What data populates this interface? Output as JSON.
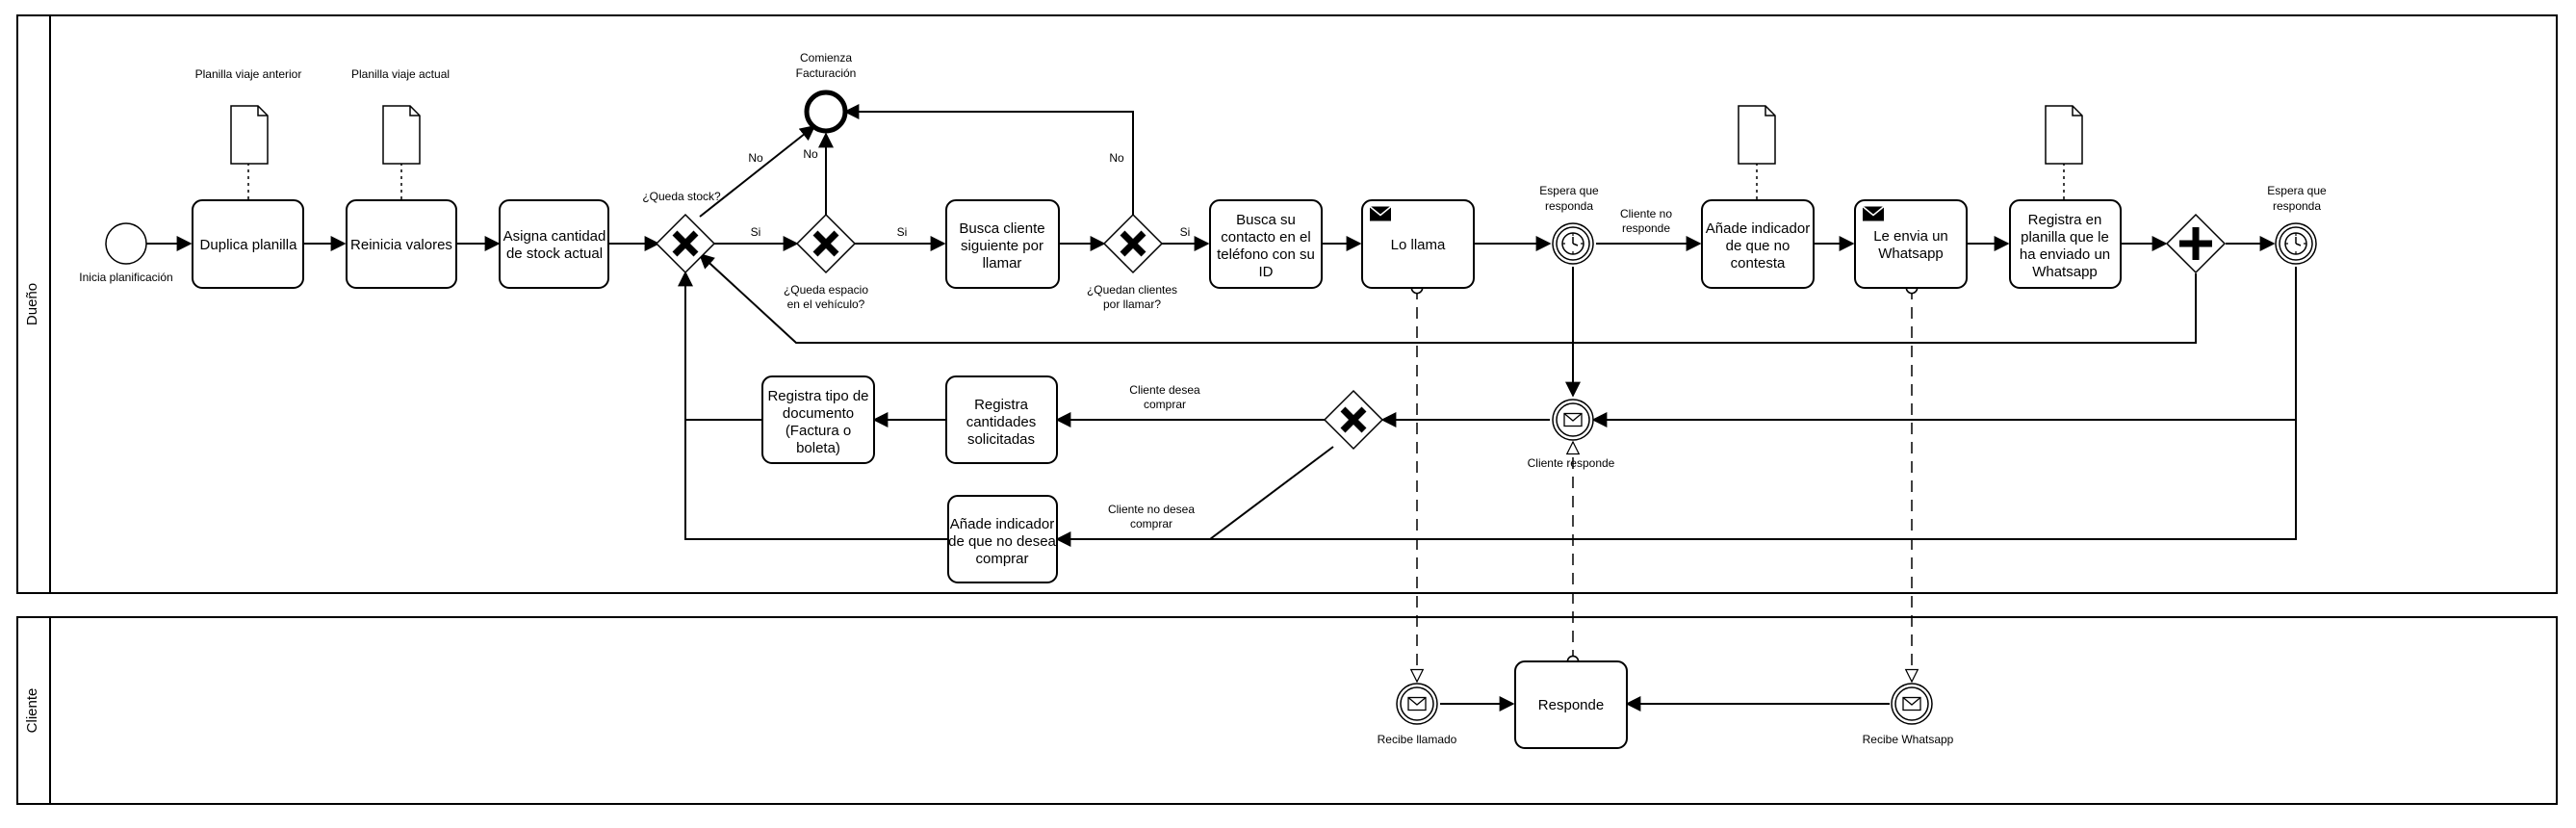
{
  "pool": {
    "lane_owner": "Dueño",
    "lane_client": "Cliente"
  },
  "events": {
    "start": "Inicia planificación",
    "end": "Comienza Facturación",
    "wait1": "Espera que responda",
    "wait2": "Espera que responda",
    "client_responds": "Cliente responde",
    "receive_call": "Recibe llamado",
    "receive_whatsapp": "Recibe Whatsapp"
  },
  "tasks": {
    "duplica": "Duplica planilla",
    "reinicia": "Reinicia valores",
    "asigna": "Asigna cantidad de stock actual",
    "busca_cliente": "Busca cliente siguiente por llamar",
    "busca_contacto": "Busca su contacto en el teléfono con su ID",
    "lo_llama": "Lo llama",
    "anade_no_contesta": "Añade indicador de que no contesta",
    "envia_whatsapp": "Le envia un Whatsapp",
    "registra_whatsapp": "Registra en planilla que le ha enviado un Whatsapp",
    "registra_cantidades": "Registra cantidades solicitadas",
    "registra_tipo": "Registra tipo de documento (Factura o boleta)",
    "anade_no_desea": "Añade indicador de que no desea comprar",
    "responde": "Responde"
  },
  "documents": {
    "doc1": "Planilla viaje anterior",
    "doc2": "Planilla viaje actual"
  },
  "gateways": {
    "g1": "¿Queda stock?",
    "g2": "¿Queda espacio en el vehículo?",
    "g3": "¿Quedan clientes por llamar?"
  },
  "flows": {
    "no1": "No",
    "no2": "No",
    "no3": "No",
    "si1": "Si",
    "si2": "Si",
    "si3": "Si",
    "no_responde": "Cliente no responde",
    "desea": "Cliente desea comprar",
    "no_desea": "Cliente no desea comprar"
  }
}
